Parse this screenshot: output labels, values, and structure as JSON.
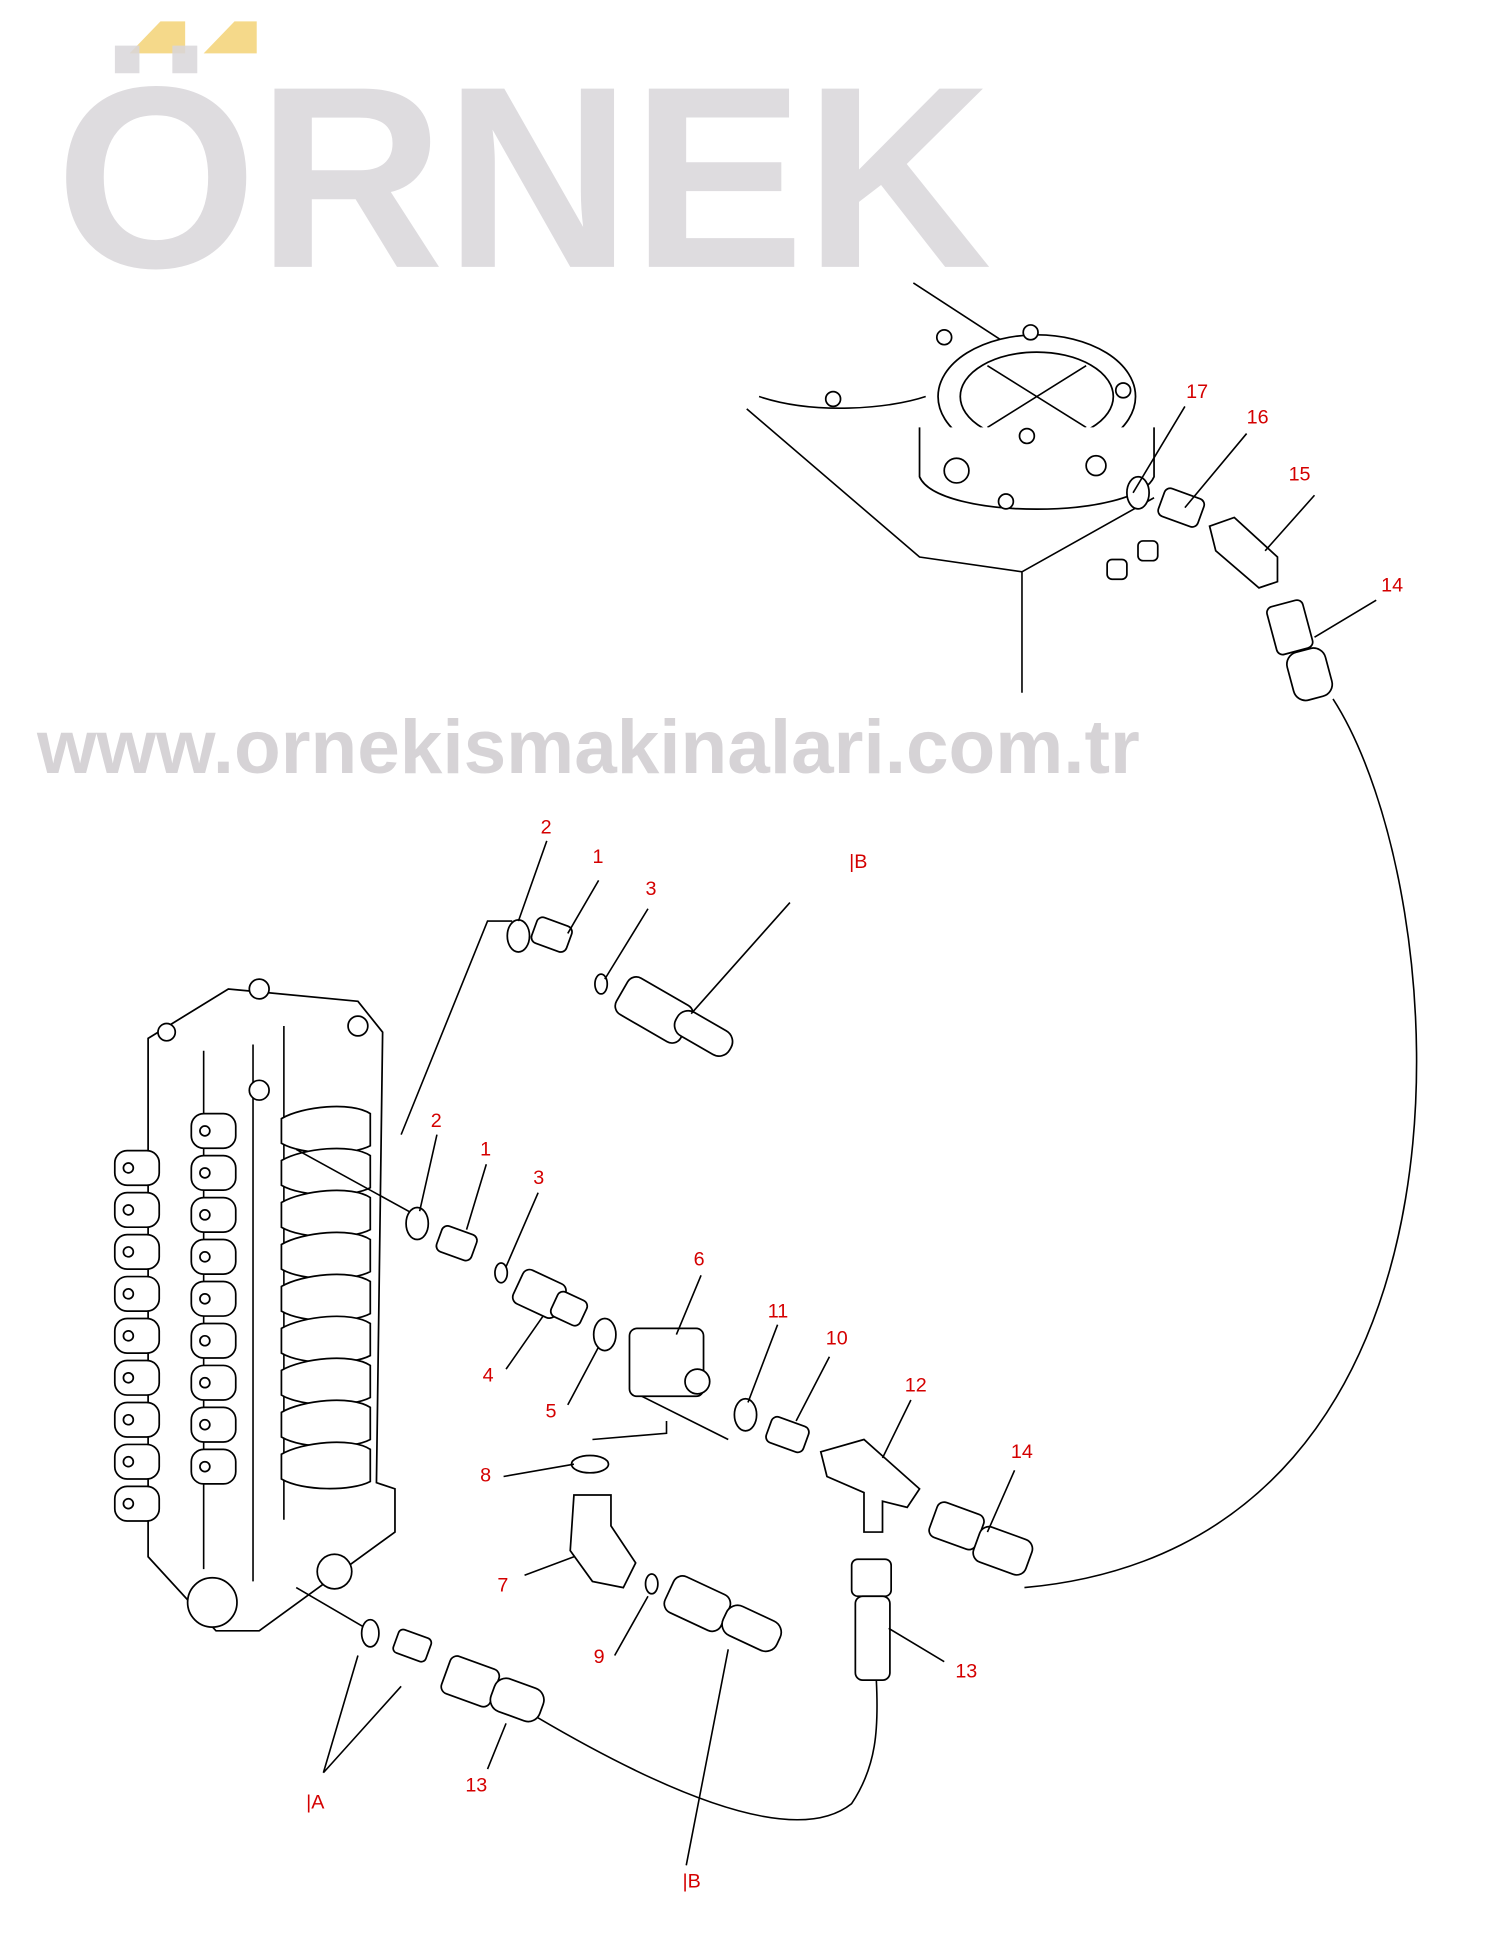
{
  "watermark": {
    "brand": "ÖRNEK",
    "url": "www.ornekismakinalari.com.tr",
    "accent_color": "#f5d98a"
  },
  "labels": {
    "p17": "17",
    "p16": "16",
    "p15": "15",
    "p14a": "14",
    "p2a": "2",
    "p1a": "1",
    "p3a": "3",
    "refB1": "|B",
    "p2b": "2",
    "p1b": "1",
    "p3b": "3",
    "p6": "6",
    "p11": "11",
    "p10": "10",
    "p12": "12",
    "p14b": "14",
    "p4": "4",
    "p5": "5",
    "p8": "8",
    "p7": "7",
    "p9": "9",
    "p13a": "13",
    "p13b": "13",
    "refA": "|A",
    "refB2": "|B"
  },
  "colors": {
    "callout": "#d40000",
    "line": "#000000"
  }
}
